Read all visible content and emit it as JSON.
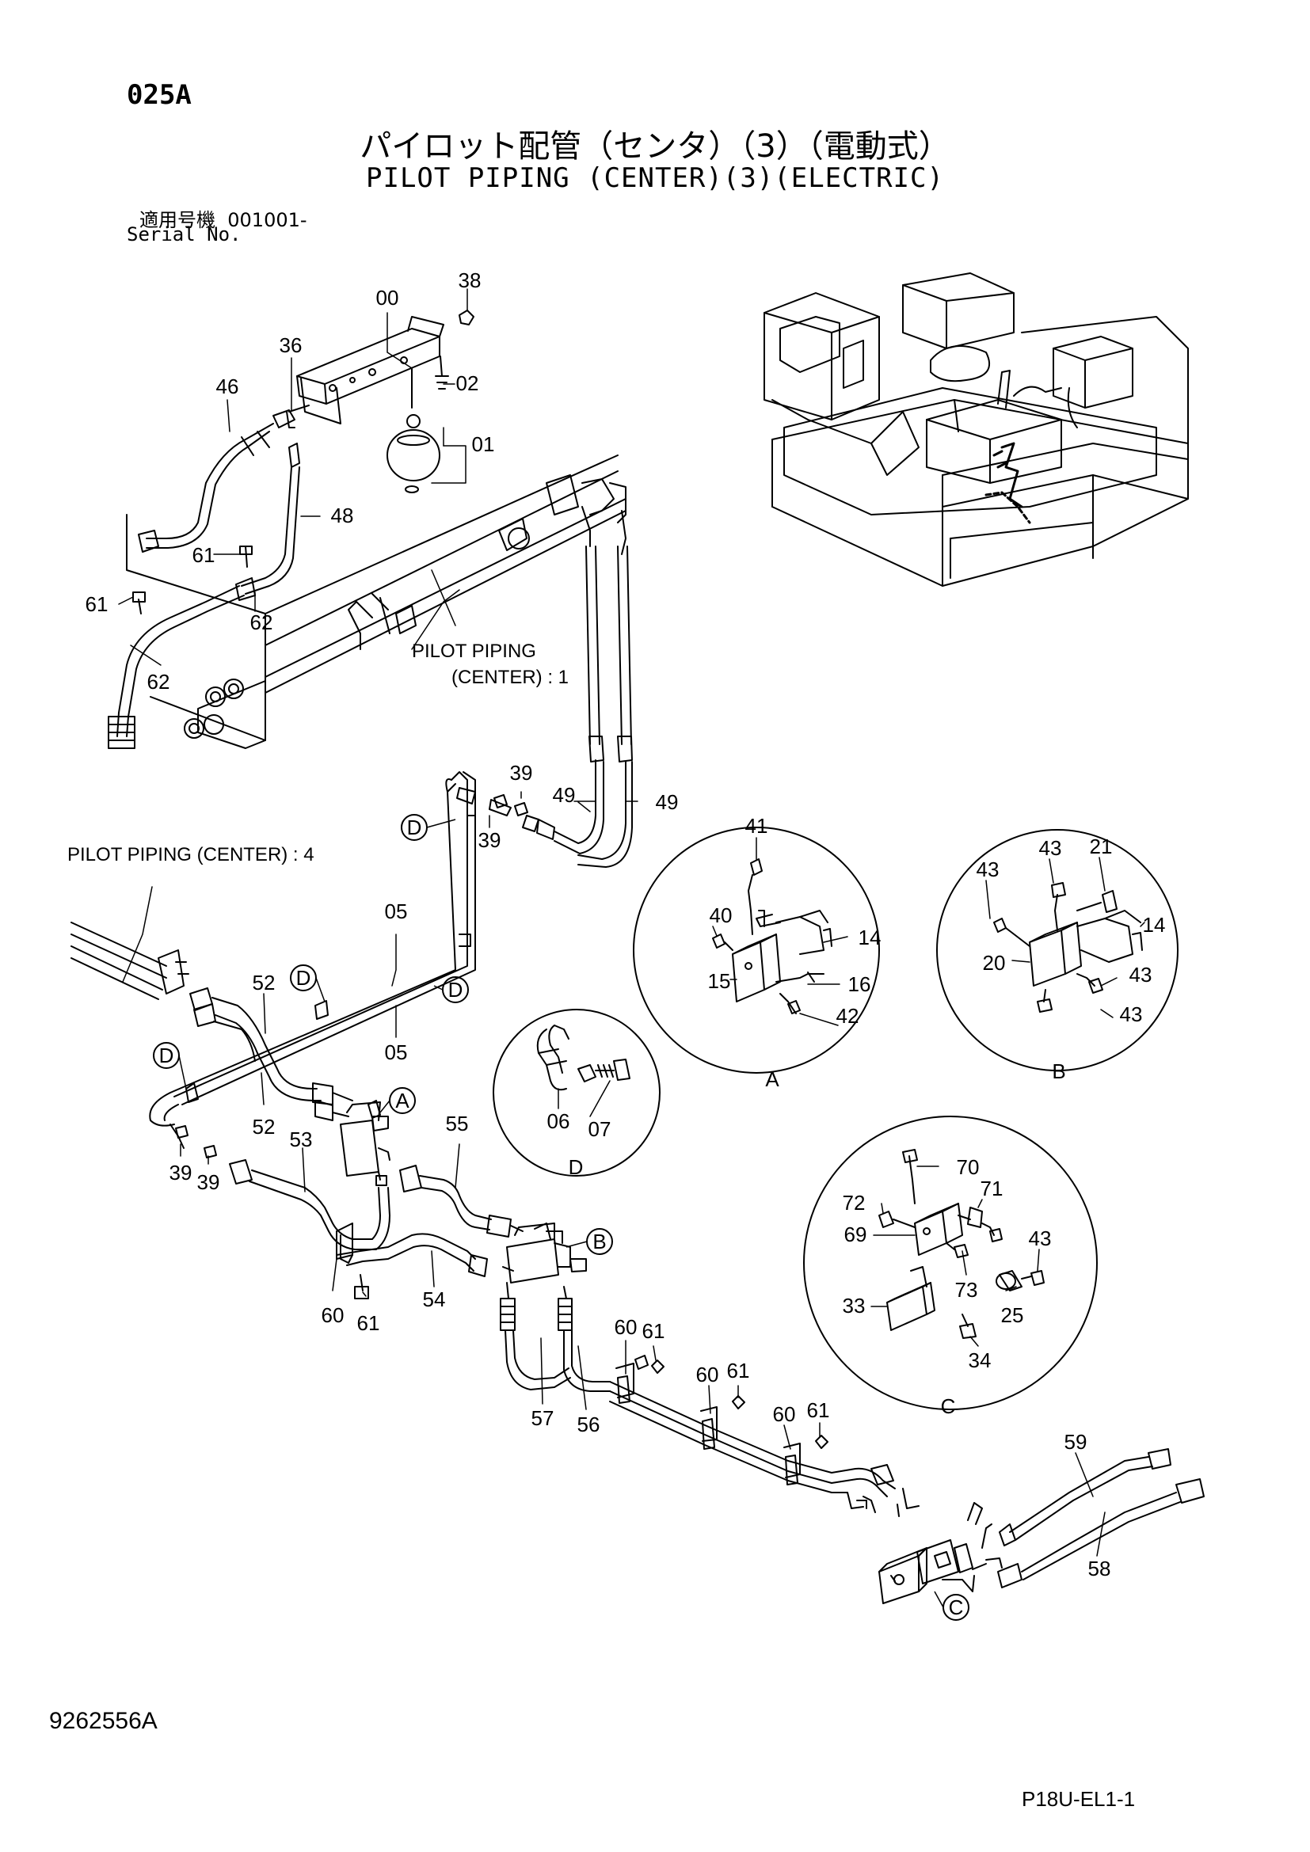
{
  "header": {
    "page_code": "025A",
    "title_jp": "パイロット配管（センタ）（3）（電動式）",
    "title_en": "PILOT PIPING (CENTER)(3)(ELECTRIC)",
    "serial_label_jp": "適用号機",
    "serial_value": "001001-",
    "serial_label_en": "Serial No."
  },
  "footer": {
    "drawing_number": "9262556A",
    "sheet_code": "P18U-EL1-1"
  },
  "notes": {
    "ref_center_1_line1": "PILOT PIPING",
    "ref_center_1_line2": "(CENTER) : 1",
    "ref_center_4": "PILOT PIPING (CENTER) : 4"
  },
  "detail_views": [
    "A",
    "B",
    "C",
    "D"
  ],
  "part_callouts": [
    {
      "id": "c00",
      "text": "00"
    },
    {
      "id": "c38",
      "text": "38"
    },
    {
      "id": "c36",
      "text": "36"
    },
    {
      "id": "c02",
      "text": "02"
    },
    {
      "id": "c46",
      "text": "46"
    },
    {
      "id": "c01",
      "text": "01"
    },
    {
      "id": "c48",
      "text": "48"
    },
    {
      "id": "c61a",
      "text": "61"
    },
    {
      "id": "c61b",
      "text": "61"
    },
    {
      "id": "c62a",
      "text": "62"
    },
    {
      "id": "c62b",
      "text": "62"
    },
    {
      "id": "c39a",
      "text": "39"
    },
    {
      "id": "c39b",
      "text": "39"
    },
    {
      "id": "c49a",
      "text": "49"
    },
    {
      "id": "c49b",
      "text": "49"
    },
    {
      "id": "c05a",
      "text": "05"
    },
    {
      "id": "c05b",
      "text": "05"
    },
    {
      "id": "c52a",
      "text": "52"
    },
    {
      "id": "c52b",
      "text": "52"
    },
    {
      "id": "c53",
      "text": "53"
    },
    {
      "id": "c55",
      "text": "55"
    },
    {
      "id": "c54",
      "text": "54"
    },
    {
      "id": "c39c",
      "text": "39"
    },
    {
      "id": "c39d",
      "text": "39"
    },
    {
      "id": "c60a",
      "text": "60"
    },
    {
      "id": "c61c",
      "text": "61"
    },
    {
      "id": "c57",
      "text": "57"
    },
    {
      "id": "c56",
      "text": "56"
    },
    {
      "id": "c60b",
      "text": "60"
    },
    {
      "id": "c61d",
      "text": "61"
    },
    {
      "id": "c60c",
      "text": "60"
    },
    {
      "id": "c61e",
      "text": "61"
    },
    {
      "id": "c60d",
      "text": "60"
    },
    {
      "id": "c61f",
      "text": "61"
    },
    {
      "id": "c59",
      "text": "59"
    },
    {
      "id": "c58",
      "text": "58"
    },
    {
      "id": "c06",
      "text": "06"
    },
    {
      "id": "c07",
      "text": "07"
    },
    {
      "id": "c41",
      "text": "41"
    },
    {
      "id": "c40",
      "text": "40"
    },
    {
      "id": "c14a",
      "text": "14"
    },
    {
      "id": "c15",
      "text": "15"
    },
    {
      "id": "c16",
      "text": "16"
    },
    {
      "id": "c42",
      "text": "42"
    },
    {
      "id": "c43a",
      "text": "43"
    },
    {
      "id": "c43b",
      "text": "43"
    },
    {
      "id": "c21",
      "text": "21"
    },
    {
      "id": "c14b",
      "text": "14"
    },
    {
      "id": "c20",
      "text": "20"
    },
    {
      "id": "c43c",
      "text": "43"
    },
    {
      "id": "c43d",
      "text": "43"
    },
    {
      "id": "c70",
      "text": "70"
    },
    {
      "id": "c72",
      "text": "72"
    },
    {
      "id": "c71",
      "text": "71"
    },
    {
      "id": "c69",
      "text": "69"
    },
    {
      "id": "c43e",
      "text": "43"
    },
    {
      "id": "c73",
      "text": "73"
    },
    {
      "id": "c25",
      "text": "25"
    },
    {
      "id": "c33",
      "text": "33"
    },
    {
      "id": "c34",
      "text": "34"
    }
  ]
}
